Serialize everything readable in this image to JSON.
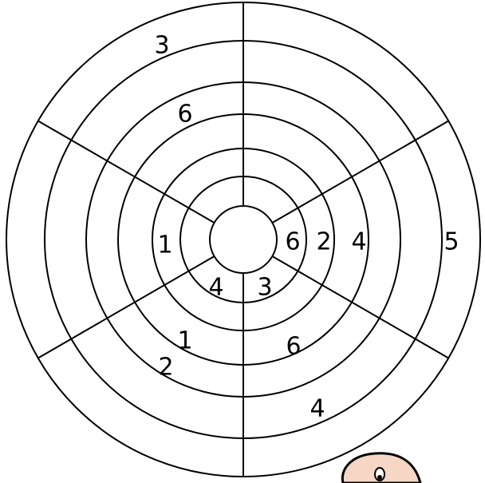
{
  "puzzle": {
    "sectors": 6,
    "rings": 6,
    "line_color": "#000000",
    "background": "#ffffff",
    "numbers": {
      "n1": "3",
      "n2": "6",
      "n3": "1",
      "n4": "4",
      "n5": "3",
      "n6": "6",
      "n7": "2",
      "n8": "4",
      "n9": "5",
      "n10": "1",
      "n11": "2",
      "n12": "6",
      "n13": "4"
    }
  },
  "corner_character": {
    "icon": "cartoon-face-icon",
    "skin_color": "#f6d6c4",
    "outline_color": "#000000"
  }
}
